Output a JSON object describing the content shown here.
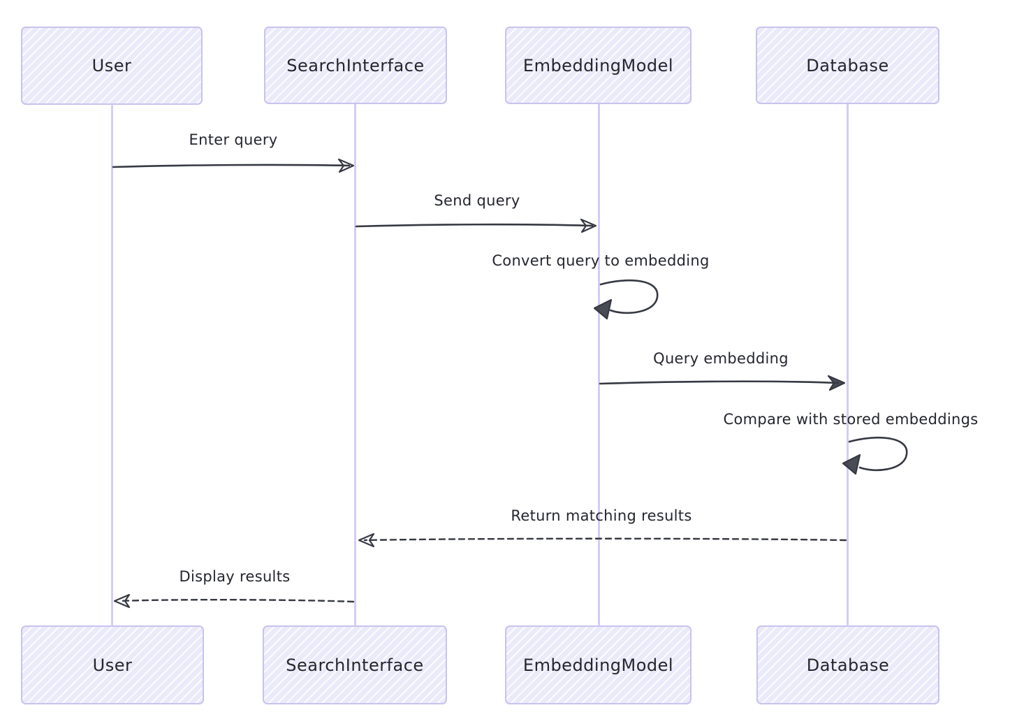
{
  "diagram_type": "sequence-diagram",
  "actors": [
    {
      "name": "User"
    },
    {
      "name": "SearchInterface"
    },
    {
      "name": "EmbeddingModel"
    },
    {
      "name": "Database"
    }
  ],
  "messages": [
    {
      "text": "Enter query",
      "from": "User",
      "to": "SearchInterface",
      "line": "solid"
    },
    {
      "text": "Send query",
      "from": "SearchInterface",
      "to": "EmbeddingModel",
      "line": "solid"
    },
    {
      "text": "Convert query to embedding",
      "from": "EmbeddingModel",
      "to": "EmbeddingModel",
      "line": "self"
    },
    {
      "text": "Query embedding",
      "from": "EmbeddingModel",
      "to": "Database",
      "line": "solid"
    },
    {
      "text": "Compare with stored embeddings",
      "from": "Database",
      "to": "Database",
      "line": "self"
    },
    {
      "text": "Return matching results",
      "from": "Database",
      "to": "SearchInterface",
      "line": "dashed"
    },
    {
      "text": "Display results",
      "from": "SearchInterface",
      "to": "User",
      "line": "dashed"
    }
  ],
  "colors": {
    "background": "#ffffff",
    "actor_fill": "#eaeafa",
    "actor_border": "#c9c2ee",
    "lifeline": "#d5ccf4",
    "text": "#24262e",
    "arrow": "#363942"
  }
}
